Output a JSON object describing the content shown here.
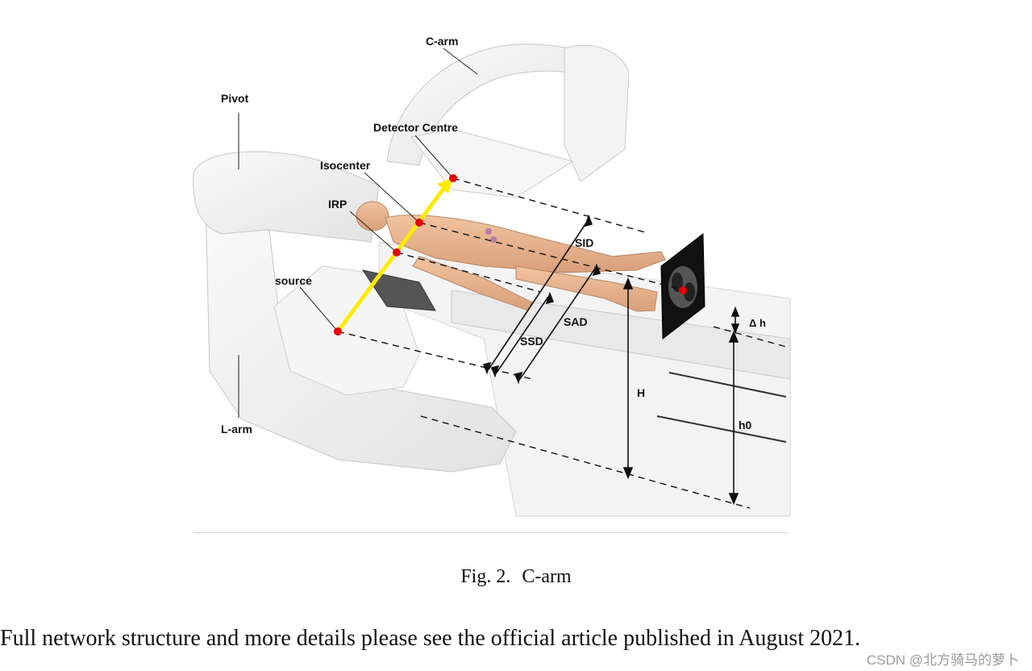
{
  "labels": {
    "c_arm": "C-arm",
    "pivot": "Pivot",
    "detector_centre": "Detector Centre",
    "isocenter": "Isocenter",
    "irp": "IRP",
    "source": "source",
    "l_arm": "L-arm",
    "sid": "SID",
    "sad": "SAD",
    "ssd": "SSD",
    "h_big": "H",
    "h0": "h0",
    "delta_h": "Δ h"
  },
  "caption": {
    "fig": "Fig. 2.",
    "title": "C-arm"
  },
  "body_text": "Full network structure and more details please see the official article published in August 2021.",
  "watermark": "CSDN @北方骑马的萝卜",
  "colors": {
    "beam": "#ffeb00",
    "marker": "#e60000",
    "device": "#efefef",
    "skin": "#e8b58f"
  }
}
